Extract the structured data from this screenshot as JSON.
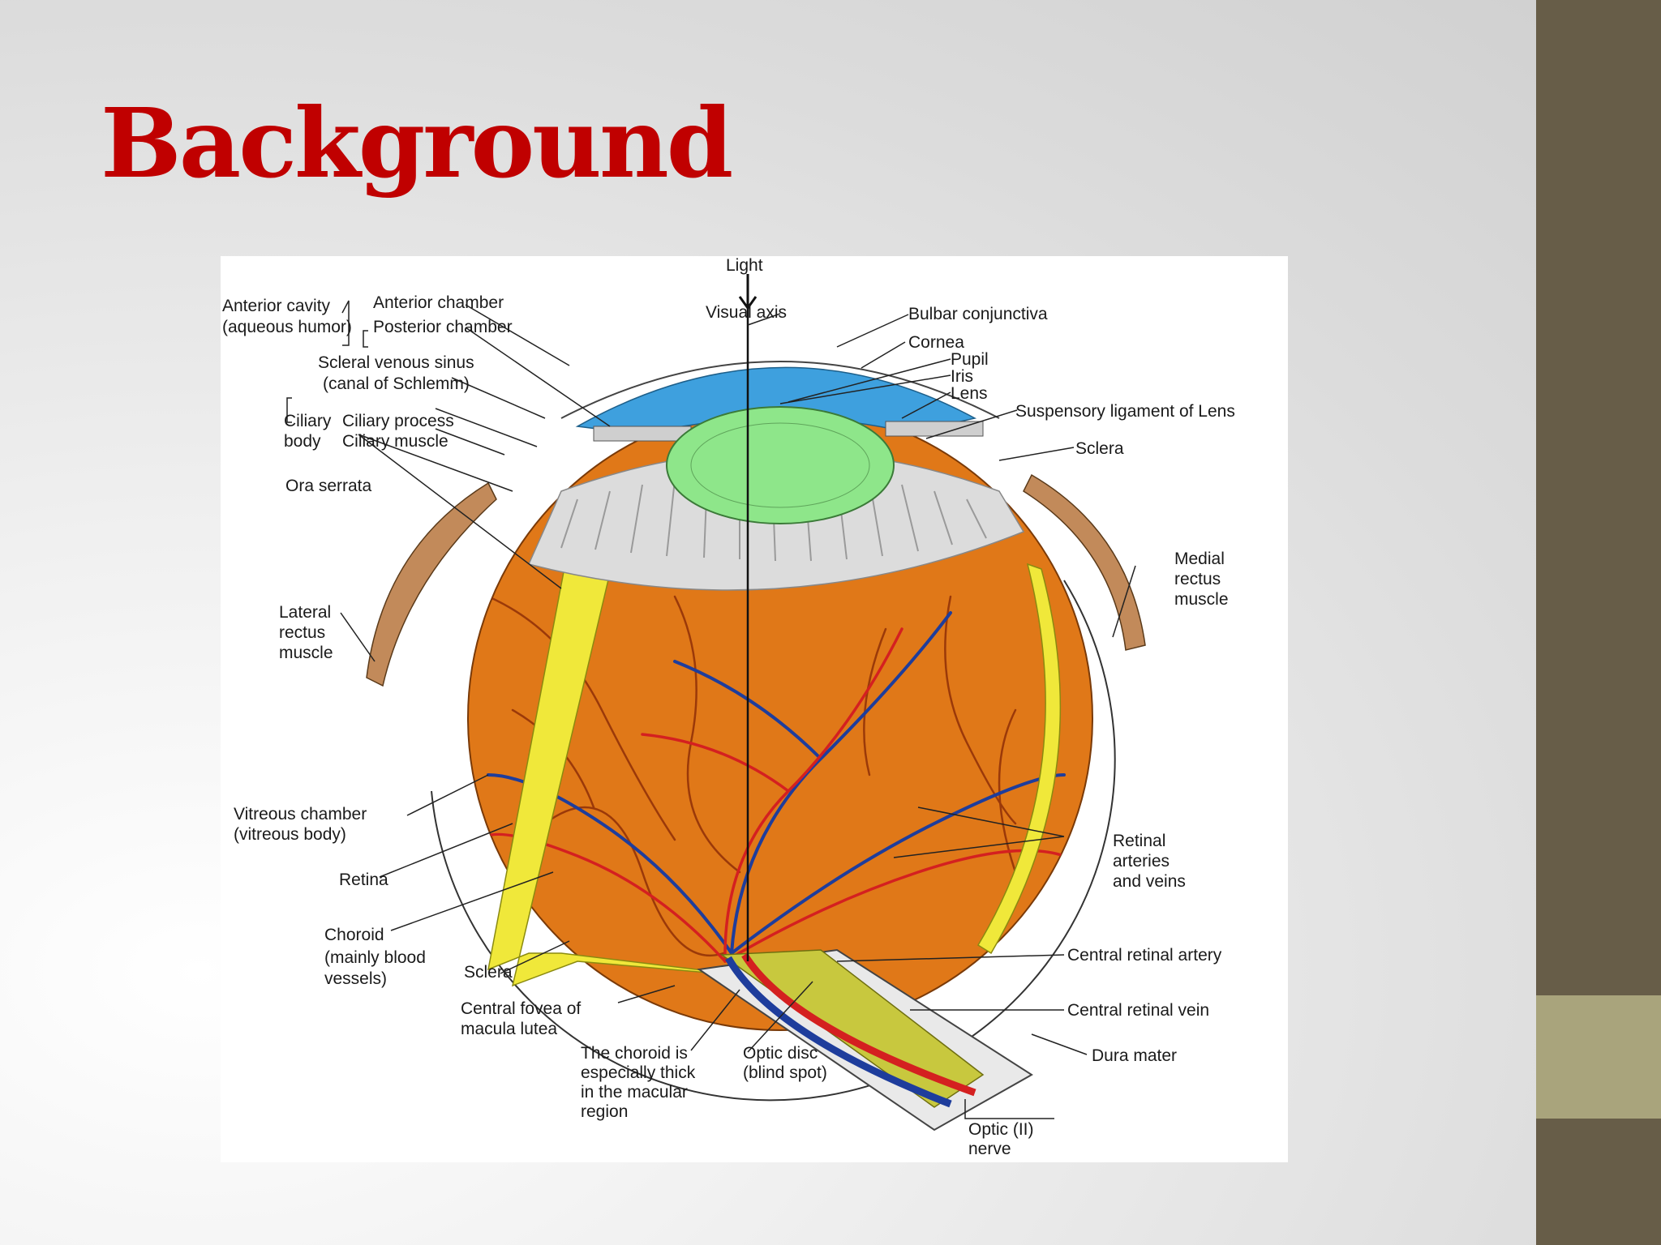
{
  "slide": {
    "title": "Background",
    "colors": {
      "title": "#c00000",
      "sidebar": "#675d48",
      "sidebar_accent": "#a9a47c"
    }
  },
  "diagram": {
    "labels": {
      "light": "Light",
      "visual_axis": "Visual axis",
      "anterior_cavity": "Anterior cavity",
      "aqueous_humor": "(aqueous humor)",
      "anterior_chamber": "Anterior chamber",
      "posterior_chamber": "Posterior chamber",
      "scleral_venous_sinus": "Scleral venous sinus",
      "canal_of_schlemm": "(canal of Schlemm)",
      "ciliary": "Ciliary",
      "body": "body",
      "ciliary_process": "Ciliary process",
      "ciliary_muscle": "Ciliary muscle",
      "ora_serrata": "Ora serrata",
      "lateral": "Lateral",
      "rectus_l": "rectus",
      "muscle_l": "muscle",
      "vitreous_chamber": "Vitreous chamber",
      "vitreous_body": "(vitreous body)",
      "retina": "Retina",
      "choroid": "Choroid",
      "mainly_blood": "(mainly blood",
      "vessels": "vessels)",
      "sclera_bottom": "Sclera",
      "central_fovea_1": "Central fovea of",
      "central_fovea_2": "macula lutea",
      "choroid_thick_1": "The choroid is",
      "choroid_thick_2": "especially thick",
      "choroid_thick_3": "in the macular",
      "choroid_thick_4": "region",
      "optic_disc_1": "Optic disc",
      "optic_disc_2": "(blind spot)",
      "optic_nerve_1": "Optic (II)",
      "optic_nerve_2": "nerve",
      "bulbar_conjunctiva": "Bulbar conjunctiva",
      "cornea": "Cornea",
      "pupil": "Pupil",
      "iris": "Iris",
      "lens": "Lens",
      "suspensory_ligament": "Suspensory ligament of Lens",
      "sclera_top": "Sclera",
      "medial": "Medial",
      "rectus_m": "rectus",
      "muscle_m": "muscle",
      "retinal_1": "Retinal",
      "retinal_2": "arteries",
      "retinal_3": "and veins",
      "central_retinal_artery": "Central retinal artery",
      "central_retinal_vein": "Central retinal vein",
      "dura_mater": "Dura mater"
    },
    "colors": {
      "cornea": "#3ea0de",
      "lens": "#8ee68a",
      "retina": "#f0e83a",
      "choroid": "#e07818",
      "artery": "#d42020",
      "vein": "#1e3d9c",
      "optic_nerve": "#c8c83e"
    }
  }
}
